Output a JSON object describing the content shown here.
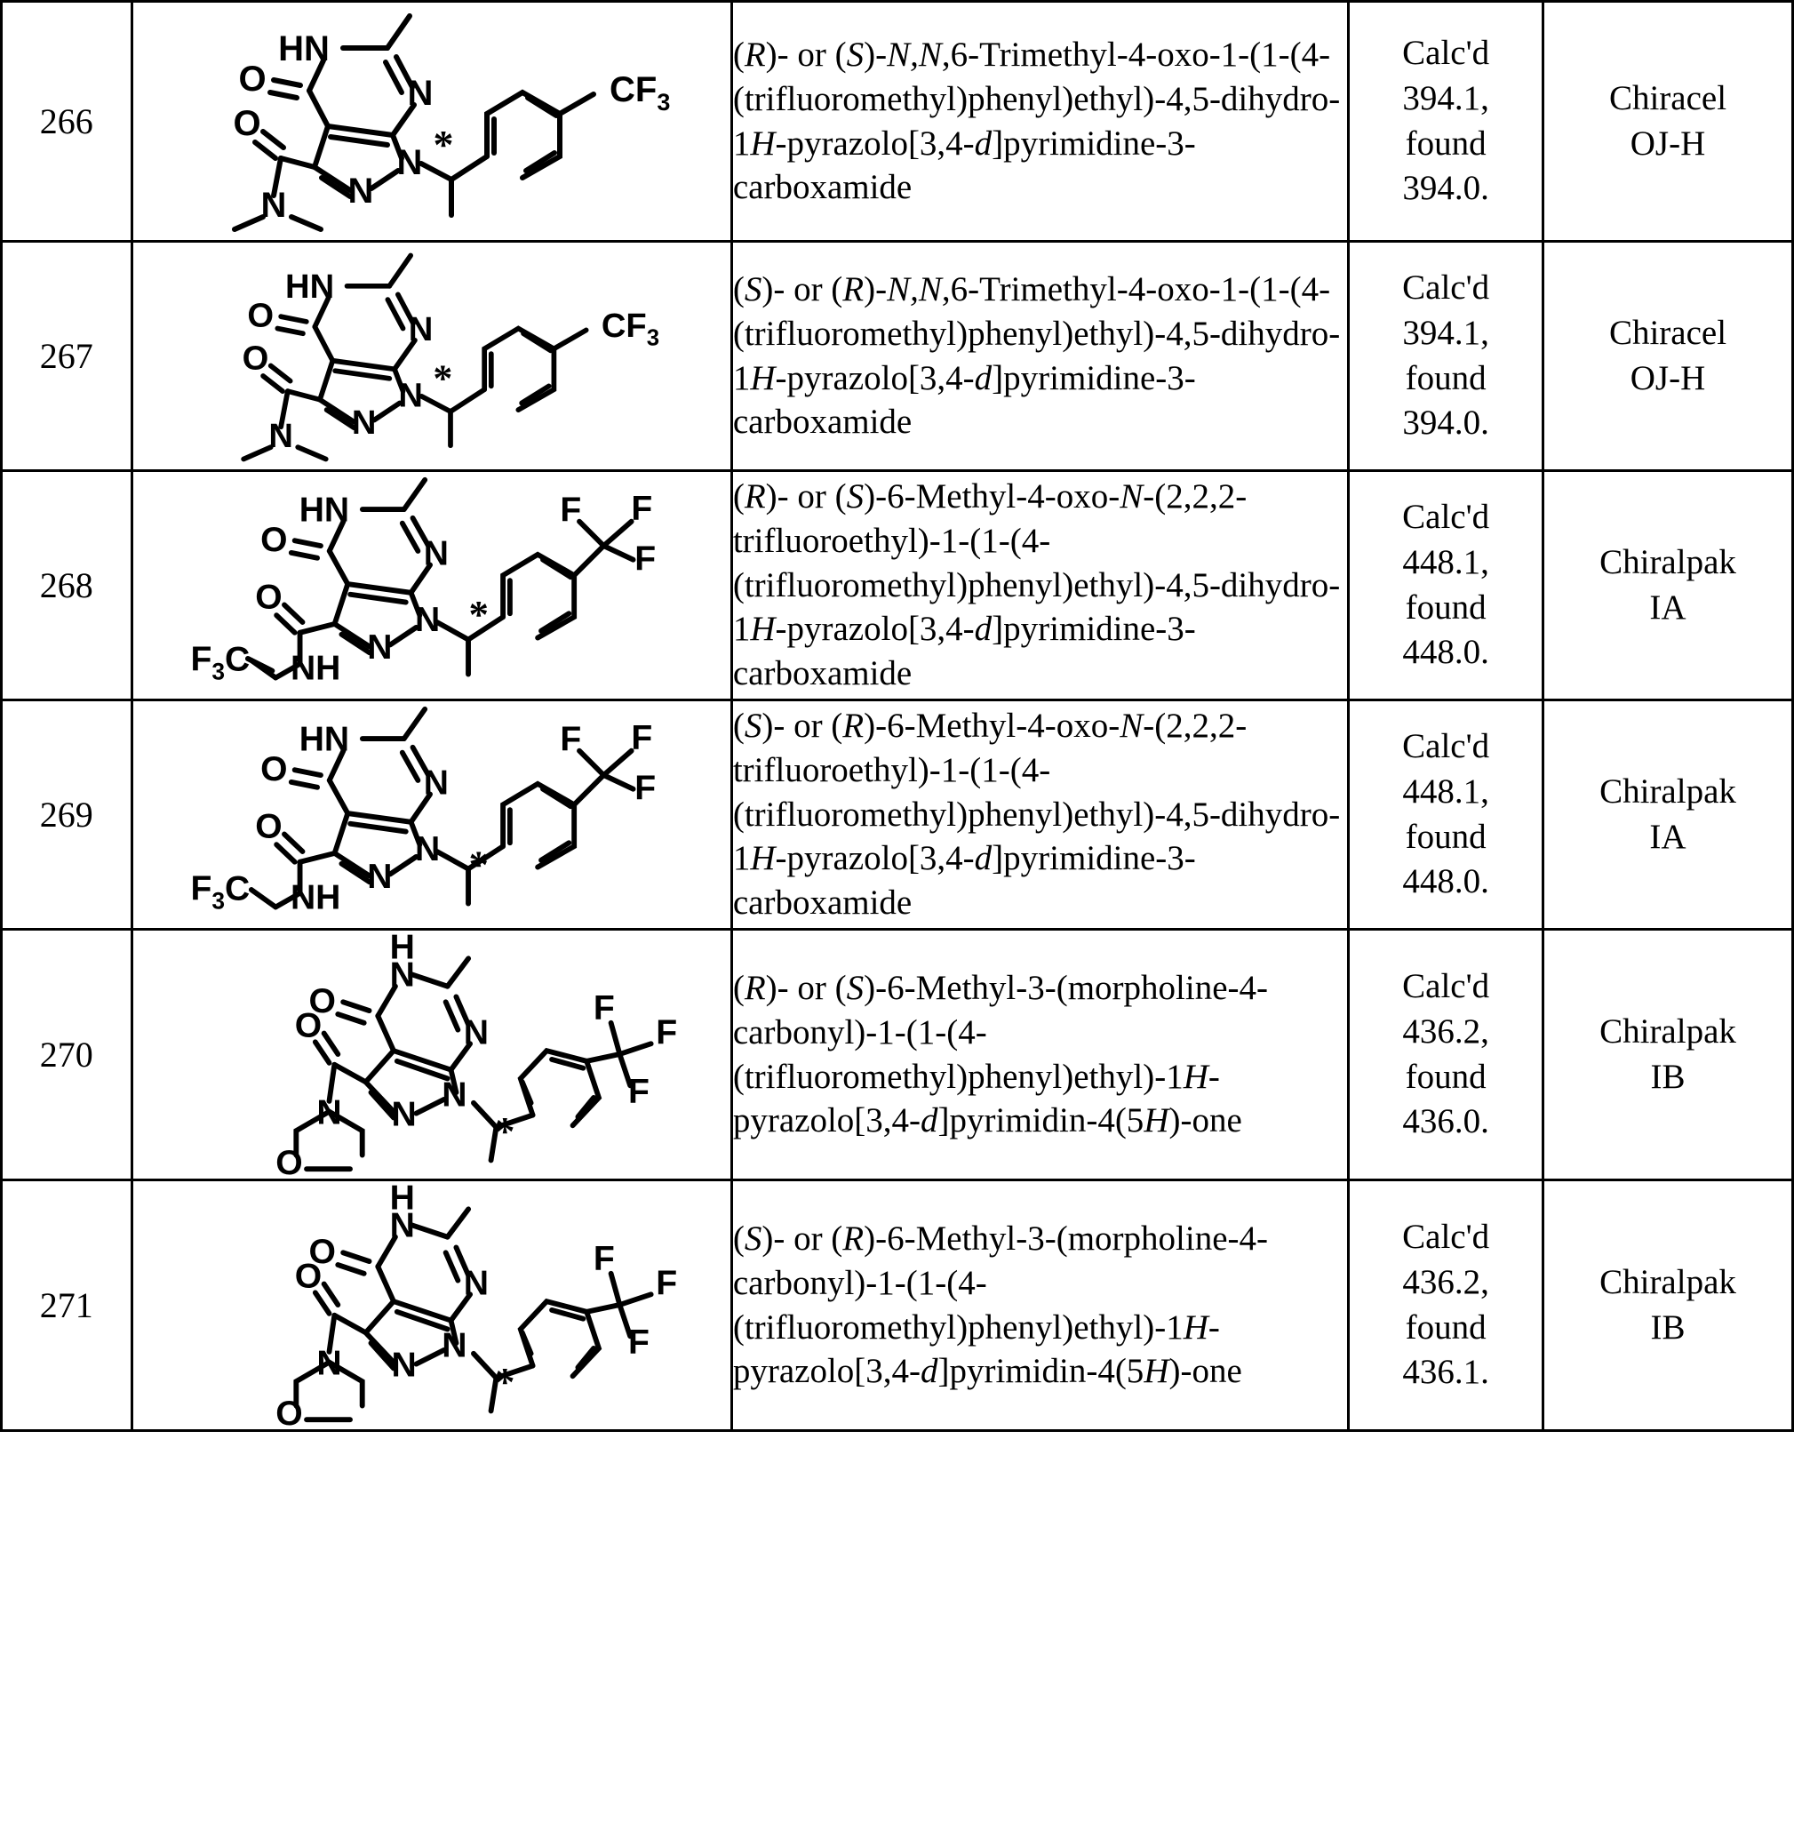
{
  "table": {
    "caption_present": false,
    "columns": [
      "compound-number",
      "structure",
      "chemical-name",
      "mass-spec",
      "chiral-column"
    ],
    "rows": [
      {
        "number": "266",
        "structure_id": "struct-266-dimethylamide-cf3",
        "name_parts": [
          {
            "t": "(",
            "i": false
          },
          {
            "t": "R",
            "i": true
          },
          {
            "t": ")- or (",
            "i": false
          },
          {
            "t": "S",
            "i": true
          },
          {
            "t": ")-",
            "i": false
          },
          {
            "t": "N,N",
            "i": true
          },
          {
            "t": ",6-Trimethyl-4-oxo-1-(1-(4-(trifluoromethyl)phenyl)ethyl)-4,5-dihydro-1",
            "i": false
          },
          {
            "t": "H",
            "i": true
          },
          {
            "t": "-pyrazolo[3,4-",
            "i": false
          },
          {
            "t": "d",
            "i": true
          },
          {
            "t": "]pyrimidine-3-carboxamide",
            "i": false
          }
        ],
        "name_plain": "(R)- or (S)-N,N,6-Trimethyl-4-oxo-1-(1-(4-(trifluoromethyl)phenyl)ethyl)-4,5-dihydro-1H-pyrazolo[3,4-d]pyrimidine-3-carboxamide",
        "ms": "Calc'd 394.1, found 394.0.",
        "ms_lines": [
          "Calc'd",
          "394.1,",
          "found",
          "394.0."
        ],
        "calcd": "394.1",
        "found": "394.0",
        "column": "Chiracel OJ-H",
        "column_lines": [
          "Chiracel",
          "OJ-H"
        ]
      },
      {
        "number": "267",
        "structure_id": "struct-267-dimethylamide-cf3",
        "name_parts": [
          {
            "t": "(",
            "i": false
          },
          {
            "t": "S",
            "i": true
          },
          {
            "t": ")- or (",
            "i": false
          },
          {
            "t": "R",
            "i": true
          },
          {
            "t": ")-",
            "i": false
          },
          {
            "t": "N,N",
            "i": true
          },
          {
            "t": ",6-Trimethyl-4-oxo-1-(1-(4-(trifluoromethyl)phenyl)ethyl)-4,5-dihydro-1",
            "i": false
          },
          {
            "t": "H",
            "i": true
          },
          {
            "t": "-pyrazolo[3,4-",
            "i": false
          },
          {
            "t": "d",
            "i": true
          },
          {
            "t": "]pyrimidine-3-carboxamide",
            "i": false
          }
        ],
        "name_plain": "(S)- or (R)-N,N,6-Trimethyl-4-oxo-1-(1-(4-(trifluoromethyl)phenyl)ethyl)-4,5-dihydro-1H-pyrazolo[3,4-d]pyrimidine-3-carboxamide",
        "ms": "Calc'd 394.1, found 394.0.",
        "ms_lines": [
          "Calc'd",
          "394.1,",
          "found",
          "394.0."
        ],
        "calcd": "394.1",
        "found": "394.0",
        "column": "Chiracel OJ-H",
        "column_lines": [
          "Chiracel",
          "OJ-H"
        ]
      },
      {
        "number": "268",
        "structure_id": "struct-268-trifluoroethylamide",
        "name_parts": [
          {
            "t": "(",
            "i": false
          },
          {
            "t": "R",
            "i": true
          },
          {
            "t": ")- or (",
            "i": false
          },
          {
            "t": "S",
            "i": true
          },
          {
            "t": ")-6-Methyl-4-oxo-",
            "i": false
          },
          {
            "t": "N",
            "i": true
          },
          {
            "t": "-(2,2,2-trifluoroethyl)-1-(1-(4-(trifluoromethyl)phenyl)ethyl)-4,5-dihydro-1",
            "i": false
          },
          {
            "t": "H",
            "i": true
          },
          {
            "t": "-pyrazolo[3,4-",
            "i": false
          },
          {
            "t": "d",
            "i": true
          },
          {
            "t": "]pyrimidine-3-carboxamide",
            "i": false
          }
        ],
        "name_plain": "(R)- or (S)-6-Methyl-4-oxo-N-(2,2,2-trifluoroethyl)-1-(1-(4-(trifluoromethyl)phenyl)ethyl)-4,5-dihydro-1H-pyrazolo[3,4-d]pyrimidine-3-carboxamide",
        "ms": "Calc'd 448.1, found 448.0.",
        "ms_lines": [
          "Calc'd",
          "448.1,",
          "found",
          "448.0."
        ],
        "calcd": "448.1",
        "found": "448.0",
        "column": "Chiralpak IA",
        "column_lines": [
          "Chiralpak",
          "IA"
        ]
      },
      {
        "number": "269",
        "structure_id": "struct-269-trifluoroethylamide",
        "name_parts": [
          {
            "t": "(",
            "i": false
          },
          {
            "t": "S",
            "i": true
          },
          {
            "t": ")- or (",
            "i": false
          },
          {
            "t": "R",
            "i": true
          },
          {
            "t": ")-6-Methyl-4-oxo-",
            "i": false
          },
          {
            "t": "N",
            "i": true
          },
          {
            "t": "-(2,2,2-trifluoroethyl)-1-(1-(4-(trifluoromethyl)phenyl)ethyl)-4,5-dihydro-1",
            "i": false
          },
          {
            "t": "H",
            "i": true
          },
          {
            "t": "-pyrazolo[3,4-",
            "i": false
          },
          {
            "t": "d",
            "i": true
          },
          {
            "t": "]pyrimidine-3-carboxamide",
            "i": false
          }
        ],
        "name_plain": "(S)- or (R)-6-Methyl-4-oxo-N-(2,2,2-trifluoroethyl)-1-(1-(4-(trifluoromethyl)phenyl)ethyl)-4,5-dihydro-1H-pyrazolo[3,4-d]pyrimidine-3-carboxamide",
        "ms": "Calc'd 448.1, found 448.0.",
        "ms_lines": [
          "Calc'd",
          "448.1,",
          "found",
          "448.0."
        ],
        "calcd": "448.1",
        "found": "448.0",
        "column": "Chiralpak IA",
        "column_lines": [
          "Chiralpak",
          "IA"
        ]
      },
      {
        "number": "270",
        "structure_id": "struct-270-morpholine-carbonyl",
        "name_parts": [
          {
            "t": "(",
            "i": false
          },
          {
            "t": "R",
            "i": true
          },
          {
            "t": ")- or (",
            "i": false
          },
          {
            "t": "S",
            "i": true
          },
          {
            "t": ")-6-Methyl-3-(morpholine-4-carbonyl)-1-(1-(4-(trifluoromethyl)phenyl)ethyl)-1",
            "i": false
          },
          {
            "t": "H",
            "i": true
          },
          {
            "t": "-pyrazolo[3,4-",
            "i": false
          },
          {
            "t": "d",
            "i": true
          },
          {
            "t": "]pyrimidin-4(5",
            "i": false
          },
          {
            "t": "H",
            "i": true
          },
          {
            "t": ")-one",
            "i": false
          }
        ],
        "name_plain": "(R)- or (S)-6-Methyl-3-(morpholine-4-carbonyl)-1-(1-(4-(trifluoromethyl)phenyl)ethyl)-1H-pyrazolo[3,4-d]pyrimidin-4(5H)-one",
        "ms": "Calc'd 436.2, found 436.0.",
        "ms_lines": [
          "Calc'd",
          "436.2,",
          "found",
          "436.0."
        ],
        "calcd": "436.2",
        "found": "436.0",
        "column": "Chiralpak IB",
        "column_lines": [
          "Chiralpak",
          "IB"
        ]
      },
      {
        "number": "271",
        "structure_id": "struct-271-morpholine-carbonyl",
        "name_parts": [
          {
            "t": "(",
            "i": false
          },
          {
            "t": "S",
            "i": true
          },
          {
            "t": ")- or (",
            "i": false
          },
          {
            "t": "R",
            "i": true
          },
          {
            "t": ")-6-Methyl-3-(morpholine-4-carbonyl)-1-(1-(4-(trifluoromethyl)phenyl)ethyl)-1",
            "i": false
          },
          {
            "t": "H",
            "i": true
          },
          {
            "t": "-pyrazolo[3,4-",
            "i": false
          },
          {
            "t": "d",
            "i": true
          },
          {
            "t": "]pyrimidin-4(5",
            "i": false
          },
          {
            "t": "H",
            "i": true
          },
          {
            "t": ")-one",
            "i": false
          }
        ],
        "name_plain": "(S)- or (R)-6-Methyl-3-(morpholine-4-carbonyl)-1-(1-(4-(trifluoromethyl)phenyl)ethyl)-1H-pyrazolo[3,4-d]pyrimidin-4(5H)-one",
        "ms": "Calc'd 436.2, found 436.1.",
        "ms_lines": [
          "Calc'd",
          "436.2,",
          "found",
          "436.1."
        ],
        "calcd": "436.2",
        "found": "436.1",
        "column": "Chiralpak IB",
        "column_lines": [
          "Chiralpak",
          "IB"
        ]
      }
    ]
  },
  "structure_labels": {
    "hn": "HN",
    "h": "H",
    "n": "N",
    "o": "O",
    "f": "F",
    "nh": "NH",
    "cf3": "CF",
    "cf3_sub": "3",
    "f3c_f": "F",
    "f3c_sub": "3",
    "f3c_c": "C",
    "stereo_star": "*"
  },
  "colors": {
    "ink": "#000000",
    "paper": "#ffffff",
    "rule": "#000000"
  }
}
